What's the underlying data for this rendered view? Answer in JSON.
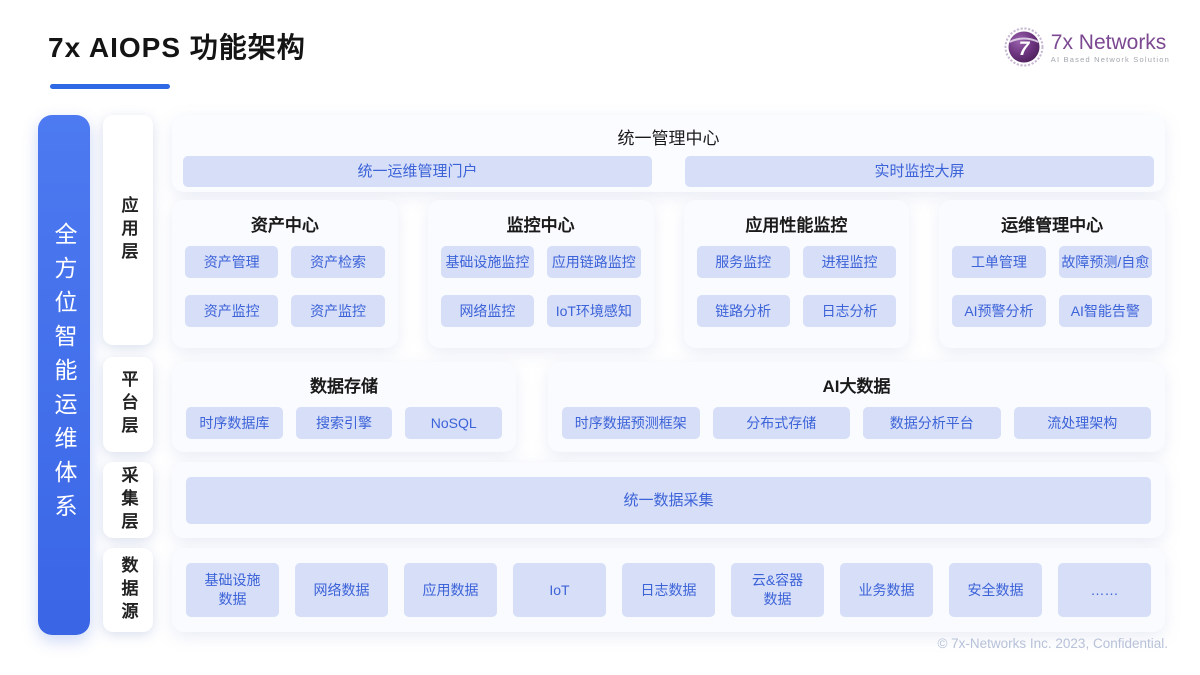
{
  "page": {
    "title": "7x AIOPS 功能架构",
    "footer": "© 7x-Networks Inc. 2023, Confidential."
  },
  "logo": {
    "name": "7x Networks",
    "tagline": "AI Based Network Solution"
  },
  "side_banner": {
    "label": "全方位智能运维体系"
  },
  "layers": {
    "app": "应用层",
    "platform": "平台层",
    "collect": "采集层",
    "source": "数据源"
  },
  "management_center": {
    "title": "统一管理中心",
    "items": [
      "统一运维管理门户",
      "实时监控大屏"
    ]
  },
  "app_layer_cards": [
    {
      "title": "资产中心",
      "items": [
        "资产管理",
        "资产检索",
        "资产监控",
        "资产监控"
      ]
    },
    {
      "title": "监控中心",
      "items": [
        "基础设施监控",
        "应用链路监控",
        "网络监控",
        "IoT环境感知"
      ]
    },
    {
      "title": "应用性能监控",
      "items": [
        "服务监控",
        "进程监控",
        "链路分析",
        "日志分析"
      ]
    },
    {
      "title": "运维管理中心",
      "items": [
        "工单管理",
        "故障预测/自愈",
        "AI预警分析",
        "AI智能告警"
      ]
    }
  ],
  "platform_layer_cards": [
    {
      "title": "数据存储",
      "items": [
        "时序数据库",
        "搜索引擎",
        "NoSQL"
      ]
    },
    {
      "title": "AI大数据",
      "items": [
        "时序数据预测框架",
        "分布式存储",
        "数据分析平台",
        "流处理架构"
      ]
    }
  ],
  "collect_layer": {
    "item": "统一数据采集"
  },
  "source_layer": {
    "items": [
      "基础设施\n数据",
      "网络数据",
      "应用数据",
      "IoT",
      "日志数据",
      "云&容器\n数据",
      "业务数据",
      "安全数据",
      "……"
    ]
  },
  "colors": {
    "accent_blue": "#2e6ae6",
    "banner_blue": "#3d6ce9",
    "chip_bg": "#d6def8",
    "chip_text": "#3c63d8",
    "logo_purple": "#7b4891"
  }
}
